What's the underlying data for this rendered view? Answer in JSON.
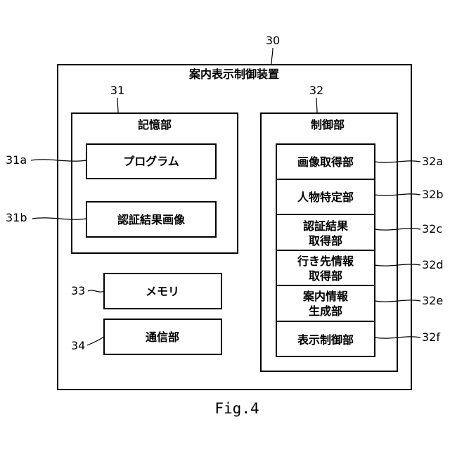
{
  "ref_device": "30",
  "device_title": "案内表示制御装置",
  "storage": {
    "ref": "31",
    "title": "記憶部",
    "program": {
      "ref": "31a",
      "label": "プログラム"
    },
    "auth_image": {
      "ref": "31b",
      "label": "認証結果画像"
    }
  },
  "memory": {
    "ref": "33",
    "label": "メモリ"
  },
  "comm": {
    "ref": "34",
    "label": "通信部"
  },
  "control": {
    "ref": "32",
    "title": "制御部",
    "image_acq": {
      "ref": "32a",
      "label": "画像取得部"
    },
    "person_id": {
      "ref": "32b",
      "label": "人物特定部"
    },
    "auth_result": {
      "ref": "32c",
      "line1": "認証結果",
      "line2": "取得部"
    },
    "destination": {
      "ref": "32d",
      "line1": "行き先情報",
      "line2": "取得部"
    },
    "guidance": {
      "ref": "32e",
      "line1": "案内情報",
      "line2": "生成部"
    },
    "display_ctrl": {
      "ref": "32f",
      "label": "表示制御部"
    }
  },
  "figure_label": "Fig.4"
}
